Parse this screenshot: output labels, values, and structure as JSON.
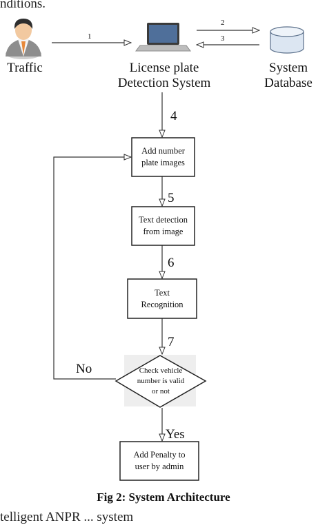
{
  "top_cut_text": "nditions.",
  "bottom_cut_text": "telligent ANPR ... system",
  "actors": {
    "traffic": "Traffic",
    "detection_system": "License plate\nDetection System",
    "database": "System\nDatabase"
  },
  "arrow_labels": {
    "a1": "1",
    "a2": "2",
    "a3": "3",
    "a4": "4",
    "a5": "5",
    "a6": "6",
    "a7": "7"
  },
  "boxes": {
    "add_images": "Add number\nplate images",
    "text_detection": "Text detection\nfrom image",
    "text_recognition": "Text\nRecognition",
    "decision": "Check vehicle\nnumber is valid\nor not",
    "penalty": "Add Penalty to\nuser by admin"
  },
  "branch_labels": {
    "no": "No",
    "yes": "Yes"
  },
  "caption": "Fig 2: System Architecture",
  "colors": {
    "line": "#333333",
    "arrowhead": "#ffffff",
    "laptop_screen": "#4f6f9a",
    "database": "#dce6f2",
    "shirt": "#e8893a"
  }
}
